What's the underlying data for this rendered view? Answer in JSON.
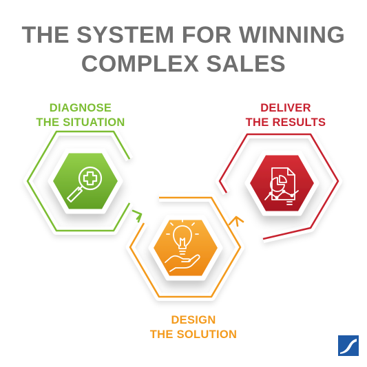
{
  "title": {
    "line1": "THE SYSTEM FOR WINNING",
    "line2": "COMPLEX SALES"
  },
  "steps": {
    "diagnose": {
      "line1": "DIAGNOSE",
      "line2": "THE SITUATION",
      "color": "#7cbd33",
      "icon": "magnifier-plus-icon"
    },
    "design": {
      "line1": "DESIGN",
      "line2": "THE SOLUTION",
      "color": "#f39a1c",
      "icon": "lightbulb-hand-icon"
    },
    "deliver": {
      "line1": "DELIVER",
      "line2": "THE RESULTS",
      "color": "#c7202e",
      "icon": "report-chart-icon"
    }
  },
  "colors": {
    "title": "#6f6f6f",
    "logo": "#1f5aa6"
  }
}
